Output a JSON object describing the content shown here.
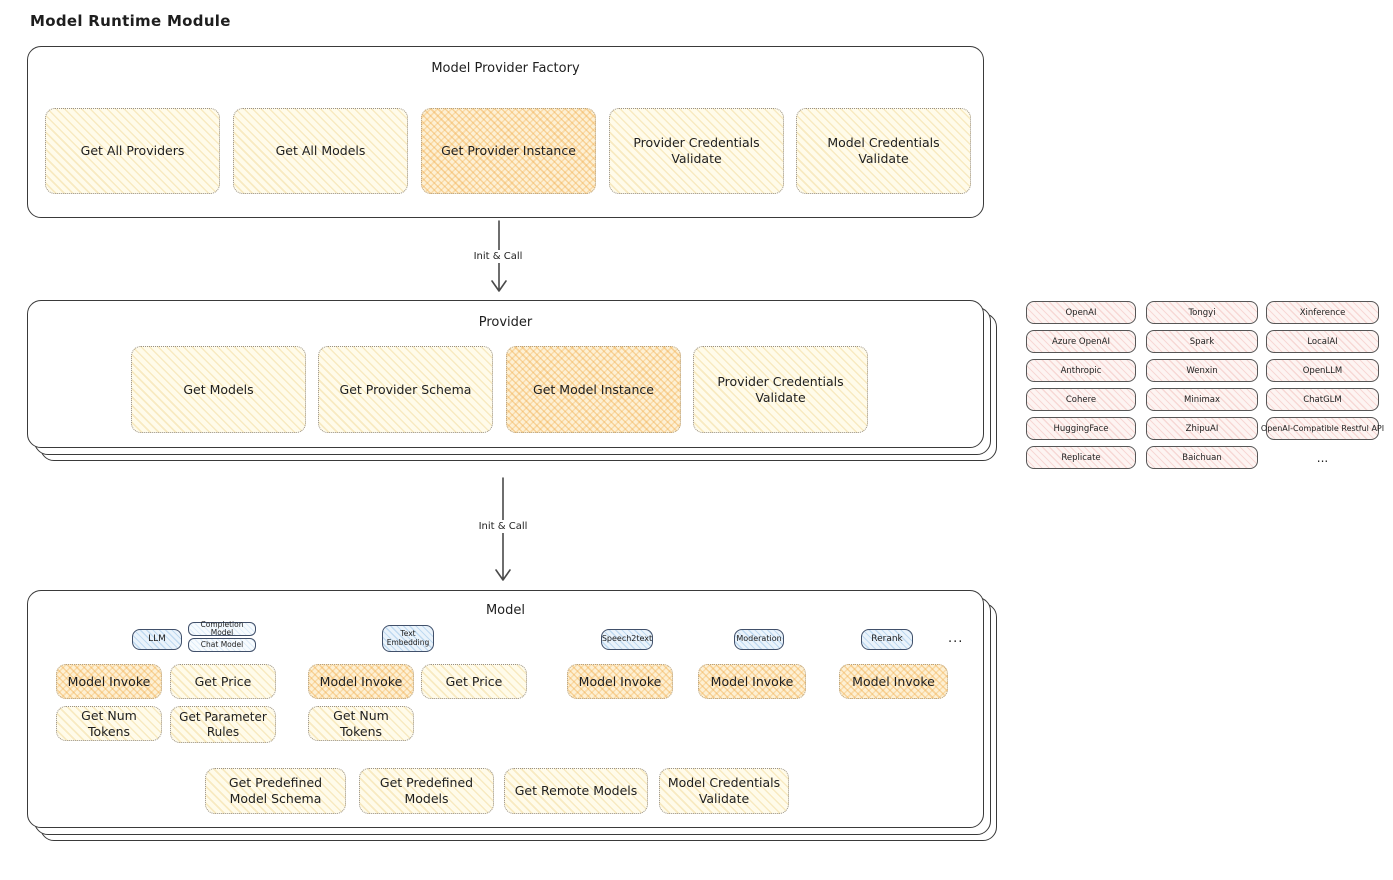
{
  "page_title": "Model Runtime Module",
  "colors": {
    "background": "#ffffff",
    "box_border": "#3a3a3a",
    "text": "#1e1e1e",
    "yellow_node_fill": "#fffbea",
    "yellow_node_hatch": "#e9c86a",
    "highlight_node_fill": "#fdf0d4",
    "highlight_node_hatch": "#f0aa46",
    "blue_tag_fill": "#eaf3fb",
    "blue_tag_hatch": "#82b4e1",
    "pink_pill_fill": "#fdf4f2",
    "pink_pill_hatch": "#eba09b"
  },
  "factory": {
    "title": "Model Provider Factory",
    "buttons": [
      {
        "label": "Get All Providers",
        "highlighted": false
      },
      {
        "label": "Get All Models",
        "highlighted": false
      },
      {
        "label": "Get Provider Instance",
        "highlighted": true
      },
      {
        "label": "Provider Credentials Validate",
        "highlighted": false
      },
      {
        "label": "Model Credentials Validate",
        "highlighted": false
      }
    ]
  },
  "arrows": {
    "factory_to_provider": "Init & Call",
    "provider_to_model": "Init & Call"
  },
  "provider": {
    "title": "Provider",
    "buttons": [
      {
        "label": "Get Models",
        "highlighted": false
      },
      {
        "label": "Get Provider Schema",
        "highlighted": false
      },
      {
        "label": "Get Model Instance",
        "highlighted": true
      },
      {
        "label": "Provider Credentials Validate",
        "highlighted": false
      }
    ]
  },
  "provider_panel": {
    "columns": [
      [
        "OpenAI",
        "Azure OpenAI",
        "Anthropic",
        "Cohere",
        "HuggingFace",
        "Replicate"
      ],
      [
        "Tongyi",
        "Spark",
        "Wenxin",
        "Minimax",
        "ZhipuAI",
        "Baichuan"
      ],
      [
        "Xinference",
        "LocalAI",
        "OpenLLM",
        "ChatGLM",
        "OpenAI-Compatible Restful API"
      ]
    ],
    "ellipsis": "..."
  },
  "model": {
    "title": "Model",
    "tags": {
      "llm": "LLM",
      "completion": "Completion Model",
      "chat": "Chat Model",
      "text_embedding": "Text Embedding",
      "speech2text": "Speech2text",
      "moderation": "Moderation",
      "rerank": "Rerank",
      "ellipsis": "..."
    },
    "llm": {
      "invoke": "Model Invoke",
      "get_price": "Get Price",
      "get_num_tokens": "Get Num Tokens",
      "get_parameter_rules": "Get Parameter Rules"
    },
    "text_embedding": {
      "invoke": "Model Invoke",
      "get_price": "Get Price",
      "get_num_tokens": "Get Num Tokens"
    },
    "speech2text": {
      "invoke": "Model Invoke"
    },
    "moderation": {
      "invoke": "Model Invoke"
    },
    "rerank": {
      "invoke": "Model Invoke"
    },
    "common": [
      "Get Predefined Model Schema",
      "Get Predefined Models",
      "Get Remote Models",
      "Model Credentials Validate"
    ]
  }
}
